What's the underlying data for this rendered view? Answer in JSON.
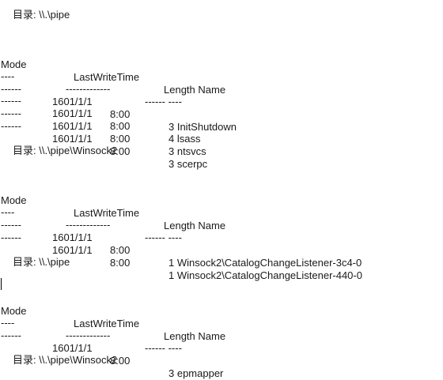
{
  "blocks": [
    {
      "directory": "目录: \\\\.\\pipe",
      "headers": {
        "mode": "Mode",
        "lastwrite": "LastWriteTime",
        "length_name": "Length Name"
      },
      "separators": {
        "mode": "----",
        "lastwrite": "-------------",
        "length_name": "------ ----"
      },
      "rows": [
        {
          "mode": "------",
          "date": "1601/1/1",
          "time": "8:00",
          "length_name": "3 InitShutdown"
        },
        {
          "mode": "------",
          "date": "1601/1/1",
          "time": "8:00",
          "length_name": "4 lsass"
        },
        {
          "mode": "------",
          "date": "1601/1/1",
          "time": "8:00",
          "length_name": "3 ntsvcs"
        },
        {
          "mode": "------",
          "date": "1601/1/1",
          "time": "8:00",
          "length_name": "3 scerpc"
        }
      ]
    },
    {
      "directory": "目录: \\\\.\\pipe\\Winsock2",
      "headers": {
        "mode": "Mode",
        "lastwrite": "LastWriteTime",
        "length_name": "Length Name"
      },
      "separators": {
        "mode": "----",
        "lastwrite": "-------------",
        "length_name": "------ ----"
      },
      "rows": [
        {
          "mode": "------",
          "date": "1601/1/1",
          "time": "8:00",
          "length_name": "1 Winsock2\\CatalogChangeListener-3c4-0"
        },
        {
          "mode": "------",
          "date": "1601/1/1",
          "time": "8:00",
          "length_name": "1 Winsock2\\CatalogChangeListener-440-0"
        }
      ]
    },
    {
      "directory": "目录: \\\\.\\pipe",
      "headers": {
        "mode": "Mode",
        "lastwrite": "LastWriteTime",
        "length_name": "Length Name"
      },
      "separators": {
        "mode": "----",
        "lastwrite": "-------------",
        "length_name": "------ ----"
      },
      "rows": [
        {
          "mode": "------",
          "date": "1601/1/1",
          "time": "8:00",
          "length_name": "3 epmapper"
        }
      ]
    }
  ],
  "final_directory": "目录: \\\\.\\pipe\\Winsock2"
}
